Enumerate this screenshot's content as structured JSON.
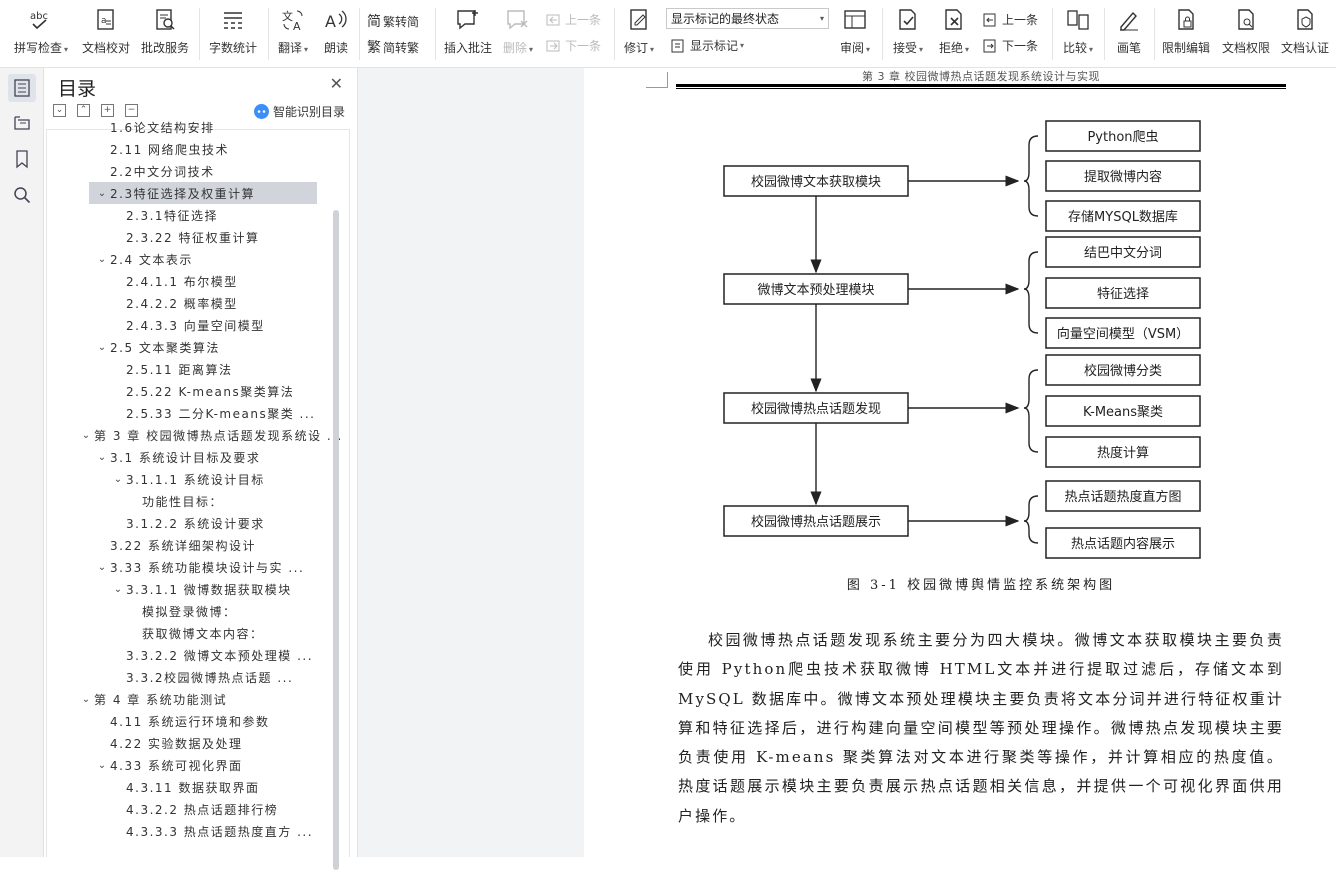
{
  "toolbar": {
    "spell_check": "拼写检查",
    "doc_proof": "文档校对",
    "correction_service": "批改服务",
    "word_count": "字数统计",
    "translate": "翻译",
    "read_aloud": "朗读",
    "trad_to_simp": "繁转简",
    "simp_to_trad": "简转繁",
    "insert_comment": "插入批注",
    "delete": "删除",
    "prev_comment": "上一条",
    "next_comment": "下一条",
    "track_changes": "修订",
    "markup_mode": "显示标记的最终状态",
    "show_markup": "显示标记",
    "review": "审阅",
    "accept": "接受",
    "reject": "拒绝",
    "prev_change": "上一条",
    "next_change": "下一条",
    "compare": "比较",
    "pen": "画笔",
    "restrict_edit": "限制编辑",
    "doc_permission": "文档权限",
    "doc_certify": "文档认证"
  },
  "toc": {
    "title": "目录",
    "smart_toc": "智能识别目录",
    "items": [
      {
        "text": "1.6论文结构安排",
        "level": 1,
        "chev": "",
        "sel": false
      },
      {
        "text": "2.11 网络爬虫技术",
        "level": 1,
        "chev": "",
        "sel": false
      },
      {
        "text": "2.2中文分词技术",
        "level": 1,
        "chev": "",
        "sel": false
      },
      {
        "text": "2.3特征选择及权重计算",
        "level": 1,
        "chev": "v",
        "sel": true
      },
      {
        "text": "2.3.1特征选择",
        "level": 2,
        "chev": "",
        "sel": false
      },
      {
        "text": "2.3.22 特征权重计算",
        "level": 2,
        "chev": "",
        "sel": false
      },
      {
        "text": "2.4 文本表示",
        "level": 1,
        "chev": "v",
        "sel": false
      },
      {
        "text": "2.4.1.1 布尔模型",
        "level": 2,
        "chev": "",
        "sel": false
      },
      {
        "text": "2.4.2.2 概率模型",
        "level": 2,
        "chev": "",
        "sel": false
      },
      {
        "text": "2.4.3.3 向量空间模型",
        "level": 2,
        "chev": "",
        "sel": false
      },
      {
        "text": "2.5 文本聚类算法",
        "level": 1,
        "chev": "v",
        "sel": false
      },
      {
        "text": "2.5.11 距离算法",
        "level": 2,
        "chev": "",
        "sel": false
      },
      {
        "text": "2.5.22 K-means聚类算法",
        "level": 2,
        "chev": "",
        "sel": false
      },
      {
        "text": "2.5.33 二分K-means聚类 ...",
        "level": 2,
        "chev": "",
        "sel": false
      },
      {
        "text": "第 3 章 校园微博热点话题发现系统设 ...",
        "level": 0,
        "chev": "v",
        "sel": false
      },
      {
        "text": "3.1 系统设计目标及要求",
        "level": 1,
        "chev": "v",
        "sel": false
      },
      {
        "text": "3.1.1.1 系统设计目标",
        "level": 2,
        "chev": "v",
        "sel": false
      },
      {
        "text": "功能性目标：",
        "level": 3,
        "chev": "",
        "sel": false
      },
      {
        "text": "3.1.2.2 系统设计要求",
        "level": 2,
        "chev": "",
        "sel": false
      },
      {
        "text": "3.22 系统详细架构设计",
        "level": 1,
        "chev": "",
        "sel": false
      },
      {
        "text": "3.33 系统功能模块设计与实 ...",
        "level": 1,
        "chev": "v",
        "sel": false
      },
      {
        "text": "3.3.1.1 微博数据获取模块",
        "level": 2,
        "chev": "v",
        "sel": false
      },
      {
        "text": "模拟登录微博：",
        "level": 3,
        "chev": "",
        "sel": false
      },
      {
        "text": "获取微博文本内容：",
        "level": 3,
        "chev": "",
        "sel": false
      },
      {
        "text": "3.3.2.2 微博文本预处理模 ...",
        "level": 2,
        "chev": "",
        "sel": false
      },
      {
        "text": "3.3.2校园微博热点话题 ...",
        "level": 2,
        "chev": "",
        "sel": false
      },
      {
        "text": "第 4 章 系统功能测试",
        "level": 0,
        "chev": "v",
        "sel": false
      },
      {
        "text": "4.11 系统运行环境和参数",
        "level": 1,
        "chev": "",
        "sel": false
      },
      {
        "text": "4.22 实验数据及处理",
        "level": 1,
        "chev": "",
        "sel": false
      },
      {
        "text": "4.33 系统可视化界面",
        "level": 1,
        "chev": "v",
        "sel": false
      },
      {
        "text": "4.3.11 数据获取界面",
        "level": 2,
        "chev": "",
        "sel": false
      },
      {
        "text": "4.3.2.2 热点话题排行榜",
        "level": 2,
        "chev": "",
        "sel": false
      },
      {
        "text": "4.3.3.3 热点话题热度直方 ...",
        "level": 2,
        "chev": "",
        "sel": false
      }
    ]
  },
  "doc": {
    "running_head": "第 3 章  校园微博热点话题发现系统设计与实现",
    "diagram": {
      "modules": [
        {
          "label": "校园微博文本获取模块",
          "subs": [
            "Python爬虫",
            "提取微博内容",
            "存储MYSQL数据库"
          ]
        },
        {
          "label": "微博文本预处理模块",
          "subs": [
            "结巴中文分词",
            "特征选择",
            "向量空间模型（VSM）"
          ]
        },
        {
          "label": "校园微博热点话题发现",
          "subs": [
            "校园微博分类",
            "K-Means聚类",
            "热度计算"
          ]
        },
        {
          "label": "校园微博热点话题展示",
          "subs": [
            "热点话题热度直方图",
            "热点话题内容展示"
          ]
        }
      ]
    },
    "caption": "图 3-1   校园微博舆情监控系统架构图",
    "paragraph": "校园微博热点话题发现系统主要分为四大模块。微博文本获取模块主要负责使用 Python爬虫技术获取微博 HTML文本并进行提取过滤后，存储文本到 MySQL 数据库中。微博文本预处理模块主要负责将文本分词并进行特征权重计算和特征选择后，进行构建向量空间模型等预处理操作。微博热点发现模块主要负责使用 K-means 聚类算法对文本进行聚类等操作，并计算相应的热度值。热度话题展示模块主要负责展示热点话题相关信息，并提供一个可视化界面供用户操作。"
  }
}
